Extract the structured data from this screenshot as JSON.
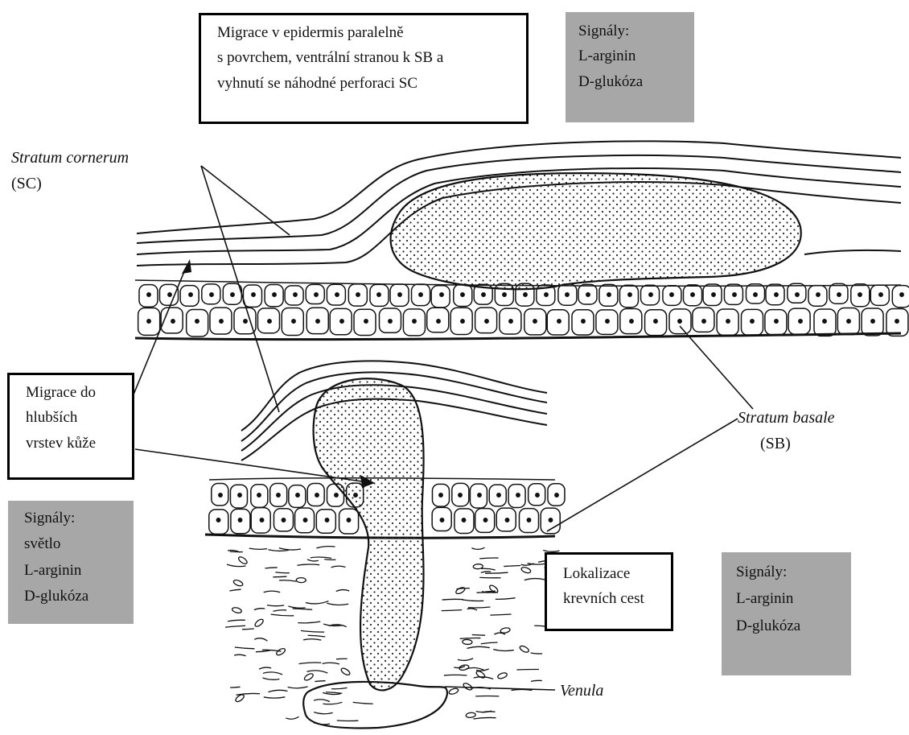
{
  "boxes": {
    "top_migration": [
      "Migrace v epidermis paralelně",
      "s povrchem, ventrální stranou k SB a",
      "vyhnutí se náhodné perforaci SC"
    ],
    "top_signals": [
      "Signály:",
      "L-arginin",
      "D-glukóza"
    ],
    "left_migration": [
      "Migrace do",
      "hlubších",
      "vrstev kůže"
    ],
    "left_signals": [
      "Signály:",
      "světlo",
      "L-arginin",
      "D-glukóza"
    ],
    "mid_localization": [
      "Lokalizace",
      "krevních cest"
    ],
    "right_signals": [
      "Signály:",
      "L-arginin",
      "D-glukóza"
    ]
  },
  "labels": {
    "stratum_corneum": "Stratum cornerum",
    "stratum_corneum_abbr": "(SC)",
    "stratum_basale": "Stratum basale",
    "stratum_basale_abbr": "(SB)",
    "venula": "Venula"
  },
  "colors": {
    "grey_box": "#a7a7a7",
    "ink": "#111111"
  }
}
